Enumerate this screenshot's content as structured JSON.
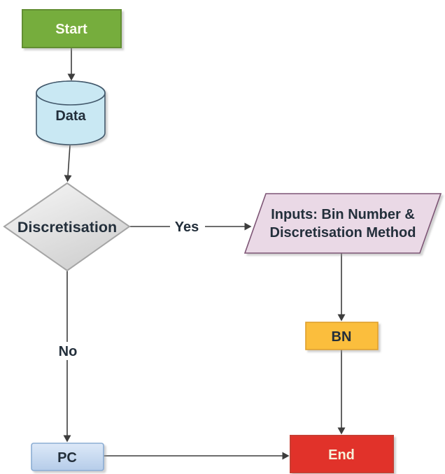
{
  "diagram": {
    "type": "flowchart",
    "nodes": {
      "start": {
        "label": "Start",
        "shape": "rectangle"
      },
      "data": {
        "label": "Data",
        "shape": "cylinder"
      },
      "decision": {
        "label": "Discretisation",
        "shape": "diamond"
      },
      "inputs": {
        "label_line1": "Inputs: Bin Number &",
        "label_line2": "Discretisation Method",
        "shape": "parallelogram"
      },
      "bn": {
        "label": "BN",
        "shape": "rectangle"
      },
      "pc": {
        "label": "PC",
        "shape": "rectangle"
      },
      "end": {
        "label": "End",
        "shape": "rectangle"
      }
    },
    "edge_labels": {
      "yes": "Yes",
      "no": "No"
    },
    "colors": {
      "background": "#ffffff",
      "start_fill": "#76ad3e",
      "start_border": "#628e32",
      "start_text": "#fdfcf0",
      "data_fill": "#c9e8f3",
      "data_border": "#42586b",
      "decision_fill_light": "#f7f7f7",
      "decision_fill_dark": "#d1d1d1",
      "decision_border": "#a5a5a5",
      "inputs_fill": "#ead9e6",
      "inputs_border": "#7d5474",
      "bn_fill": "#fbbe3c",
      "bn_border": "#dfa02e",
      "pc_fill_top": "#dde9f8",
      "pc_fill_bottom": "#b5cce9",
      "pc_border": "#8badd3",
      "end_fill": "#e1312a",
      "end_border": "#c93c31",
      "end_text": "#f7f0d9",
      "node_text": "#232f3b",
      "line": "#3d3d3d"
    }
  }
}
